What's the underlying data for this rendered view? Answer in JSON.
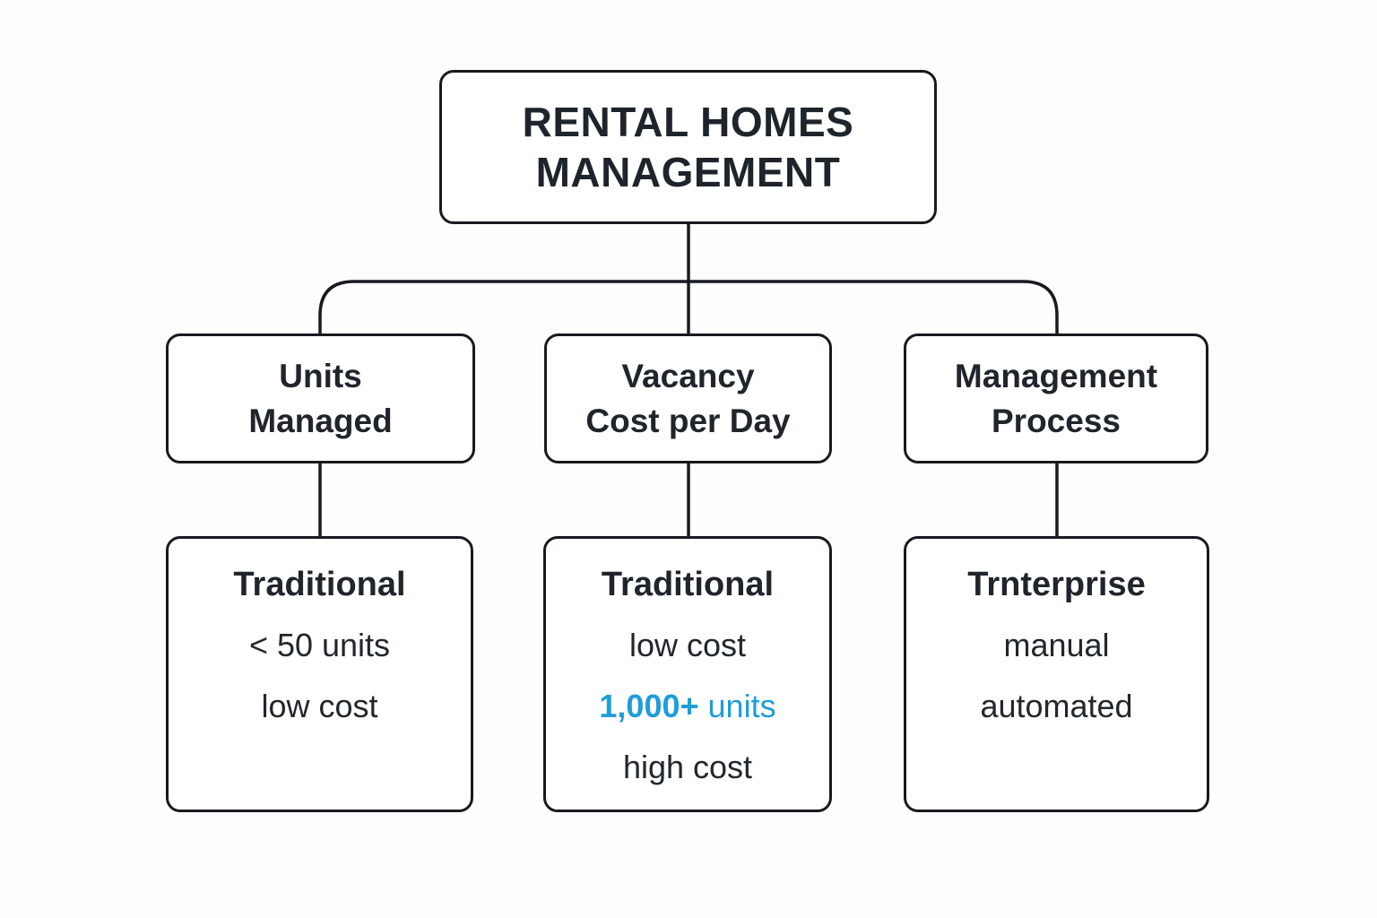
{
  "diagram": {
    "root": {
      "line1": "RENTAL HOMES",
      "line2": "MANAGEMENT"
    },
    "branches": [
      {
        "title_line1": "Units",
        "title_line2": "Managed",
        "detail": {
          "heading": "Traditional",
          "row1": "< 50 units",
          "row2": "low cost"
        }
      },
      {
        "title_line1": "Vacancy",
        "title_line2": "Cost per Day",
        "detail": {
          "heading": "Traditional",
          "row1": "low cost",
          "highlight_strong": "1,000+",
          "highlight_rest": " units",
          "row2": "high cost"
        }
      },
      {
        "title_line1": "Management",
        "title_line2": "Process",
        "detail": {
          "heading": "Trnterprise",
          "row1": "manual",
          "row2": "automated"
        }
      }
    ],
    "colors": {
      "line": "#171b20",
      "text": "#21262d",
      "highlight": "#1f9dd9",
      "background": "#ffffff"
    }
  }
}
